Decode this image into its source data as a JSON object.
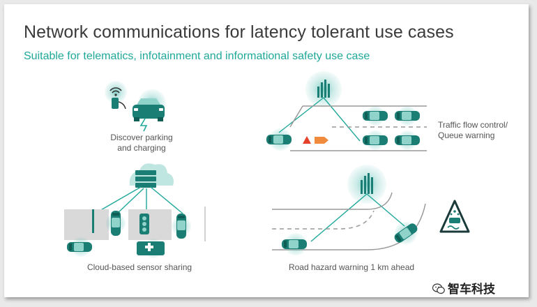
{
  "slide": {
    "title": "Network communications for latency tolerant use cases",
    "subtitle": "Suitable for telematics, infotainment and informational safety use case"
  },
  "use_cases": {
    "parking_line1": "Discover parking",
    "parking_line2": "and charging",
    "traffic_line1": "Traffic flow control/",
    "traffic_line2": "Queue warning",
    "sensor_sharing": "Cloud-based sensor sharing",
    "road_hazard": "Road hazard warning 1 km ahead"
  },
  "watermark": {
    "text": "智车科技",
    "icon": "wechat-icon"
  },
  "colors": {
    "accent": "#1fa89a",
    "accent_light": "#bfe6e1",
    "dark_teal": "#1e7f76",
    "hazard_red": "#e4412b",
    "hazard_orange": "#f08a3c"
  }
}
